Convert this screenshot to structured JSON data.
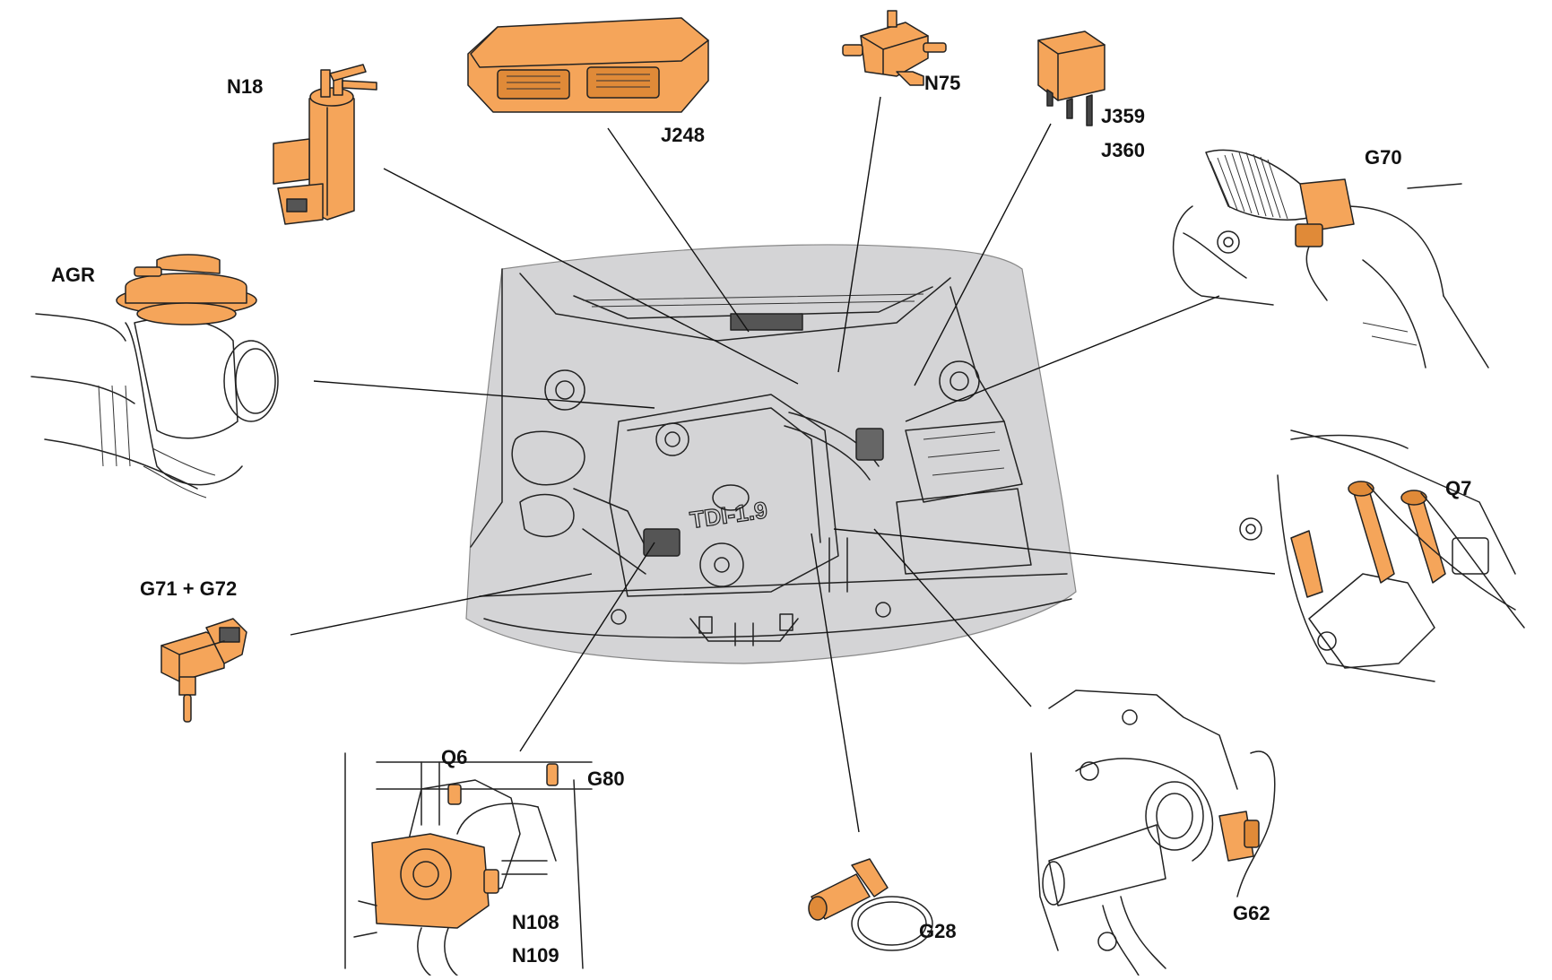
{
  "colors": {
    "component": "#f5a55a",
    "component_dark": "#e08a38",
    "engine_bay_bg": "#d4d4d6",
    "line": "#111111"
  },
  "labels": {
    "n18": "N18",
    "j248": "J248",
    "n75": "N75",
    "j359": "J359",
    "j360": "J360",
    "g70": "G70",
    "agr": "AGR",
    "q7": "Q7",
    "g71_g72": "G71 + G72",
    "q6": "Q6",
    "g80": "G80",
    "n108": "N108",
    "n109": "N109",
    "g28": "G28",
    "g62": "G62",
    "engine_badge": "TDI-1.9"
  }
}
